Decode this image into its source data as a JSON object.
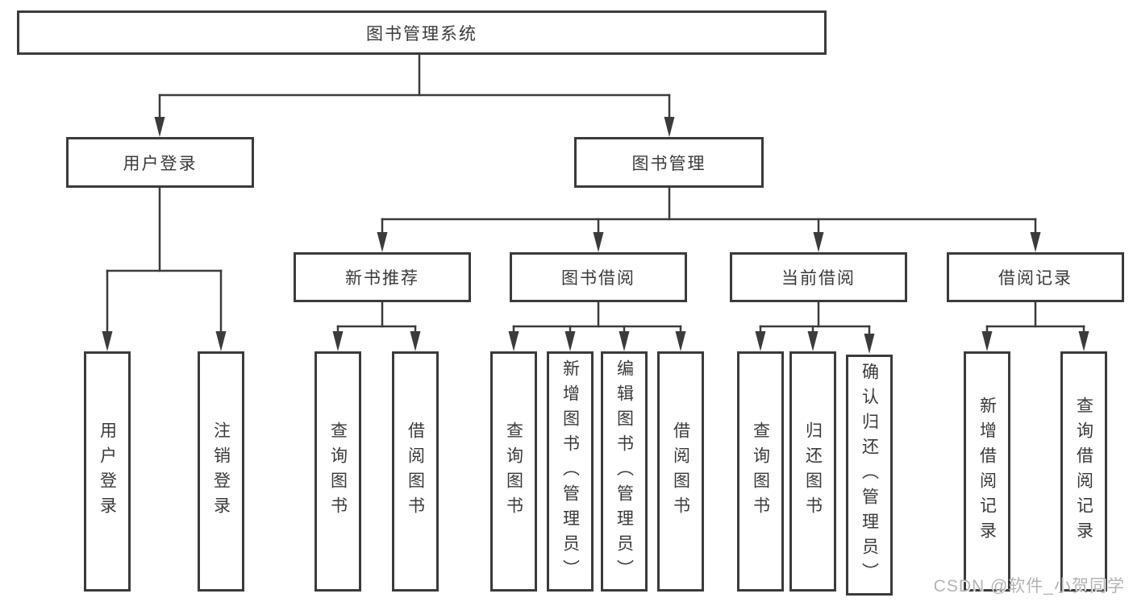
{
  "nodes": {
    "root": "图书管理系统",
    "user_login": "用户登录",
    "book_mgmt": "图书管理",
    "new_books": "新书推荐",
    "book_borrow": "图书借阅",
    "current_borrow": "当前借阅",
    "borrow_records": "借阅记录",
    "leaf_login": "用户登录",
    "leaf_logout": "注销登录",
    "nb_query": "查询图书",
    "nb_borrow": "借阅图书",
    "bw_query": "查询图书",
    "bw_add": "新增图书（管理员）",
    "bw_edit": "编辑图书（管理员）",
    "bw_borrow": "借阅图书",
    "cu_query": "查询图书",
    "cu_return": "归还图书",
    "cu_confirm": "确认归还（管理员）",
    "rc_add": "新增借阅记录",
    "rc_query": "查询借阅记录"
  },
  "watermark": "CSDN @软件_小贺同学",
  "colors": {
    "line": "#3b3b3b",
    "text": "#3a3a3a",
    "background": "#ffffff",
    "watermark": "#b3b3b3"
  }
}
